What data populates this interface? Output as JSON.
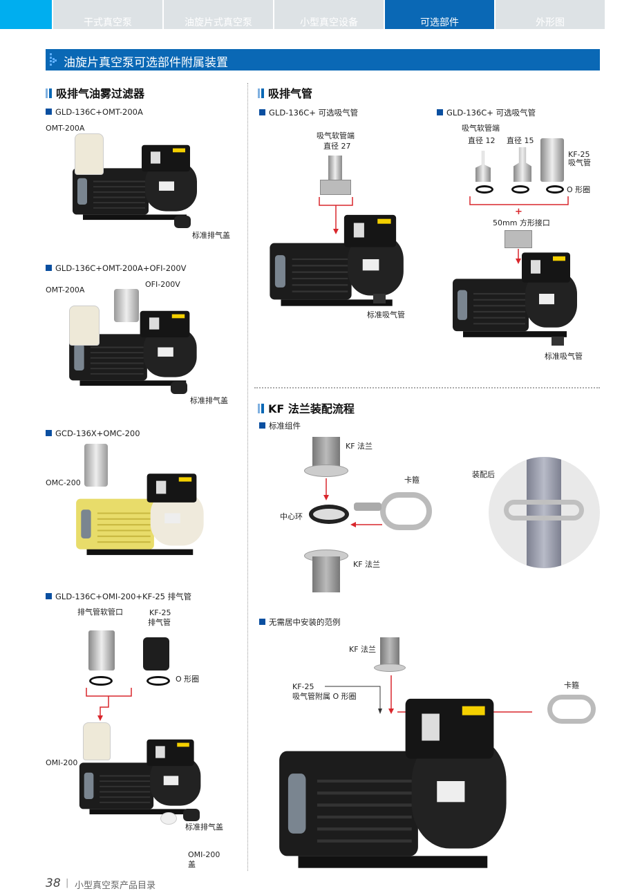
{
  "tabs": [
    "干式真空泵",
    "油旋片式真空泵",
    "小型真空设备",
    "可选部件",
    "外形图"
  ],
  "active_tab": 3,
  "title": "油旋片真空泵可选部件附属装置",
  "left": {
    "heading": "吸排气油雾过滤器",
    "items": [
      {
        "title": "GLD-136C+OMT-200A",
        "labels": [
          "OMT-200A",
          "标准排气盖"
        ]
      },
      {
        "title": "GLD-136C+OMT-200A+OFI-200V",
        "labels": [
          "OMT-200A",
          "OFI-200V",
          "标准排气盖"
        ]
      },
      {
        "title": "GCD-136X+OMC-200",
        "labels": [
          "OMC-200"
        ]
      },
      {
        "title": "GLD-136C+OMI-200+KF-25 排气管",
        "labels": [
          "排气管软管口",
          "KF-25",
          "排气管",
          "O 形圈",
          "OMI-200",
          "标准排气盖",
          "OMI-200",
          "盖"
        ]
      }
    ]
  },
  "right": {
    "heading": "吸排气管",
    "items": [
      {
        "title": "GLD-136C+ 可选吸气管",
        "labels": [
          "吸气软管端",
          "直径 27",
          "标准吸气管"
        ]
      },
      {
        "title": "GLD-136C+ 可选吸气管",
        "labels": [
          "吸气软管端",
          "直径 12",
          "直径 15",
          "KF-25",
          "吸气管",
          "O 形圈",
          "+",
          "50mm 方形接口",
          "标准吸气管"
        ]
      }
    ],
    "kf": {
      "heading": "KF 法兰装配流程",
      "std_title": "标准组件",
      "std_labels": [
        "KF 法兰",
        "卡箍",
        "中心环",
        "KF 法兰",
        "装配后"
      ],
      "ex_title": "无需居中安装的范例",
      "ex_labels": [
        "KF 法兰",
        "KF-25",
        "吸气管附属 O 形圈",
        "卡箍"
      ]
    }
  },
  "footer": {
    "page": "38",
    "sep": "|",
    "catalog": "小型真空泵产品目录"
  },
  "colors": {
    "brand": "#0a68b5",
    "tab_bg": "#dde2e5",
    "accent_cyan": "#00aeef",
    "arrow_red": "#d9262c"
  }
}
